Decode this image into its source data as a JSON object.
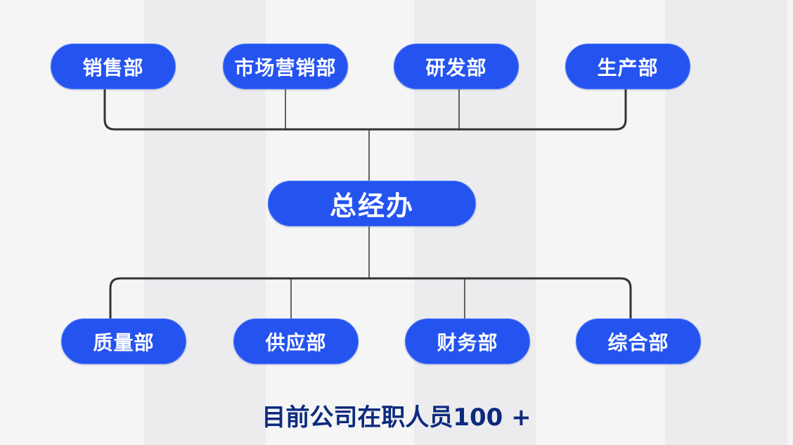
{
  "diagram": {
    "top_departments": [
      "销售部",
      "市场营销部",
      "研发部",
      "生产部"
    ],
    "center_node": "总经办",
    "bottom_departments": [
      "质量部",
      "供应部",
      "财务部",
      "综合部"
    ],
    "footer": "目前公司在职人员100 +",
    "colors": {
      "node_fill": "#2453f0",
      "node_text": "#ffffff",
      "connector": "#333333",
      "footer_text": "#0d2a7d"
    }
  }
}
